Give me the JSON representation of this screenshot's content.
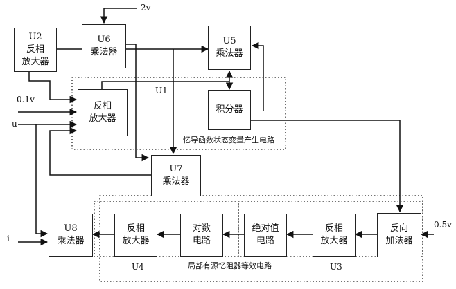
{
  "blocks": {
    "u2": {
      "name": "U2",
      "line1": "反相",
      "line2": "放大器"
    },
    "u6": {
      "name": "U6",
      "line1": "乘法器"
    },
    "u5": {
      "name": "U5",
      "line1": "乘法器"
    },
    "inv1": {
      "line1": "反相",
      "line2": "放大器"
    },
    "integrator": {
      "line1": "积分器"
    },
    "u7": {
      "name": "U7",
      "line1": "乘法器"
    },
    "u8": {
      "name": "U8",
      "line1": "乘法器"
    },
    "inv_u4": {
      "line1": "反相",
      "line2": "放大器"
    },
    "log_circuit": {
      "line1": "对数",
      "line2": "电路"
    },
    "abs_circuit": {
      "line1": "绝对值",
      "line2": "电路"
    },
    "inv_u3": {
      "line1": "反相",
      "line2": "放大器"
    },
    "rev_adder": {
      "line1": "反向",
      "line2": "加法器"
    }
  },
  "labels": {
    "v2": "2v",
    "v01": "0.1v",
    "u": "u",
    "i": "i",
    "v05": "0.5v",
    "u1": "U1",
    "u3": "U3",
    "u4": "U4",
    "state_circuit": "忆导函数状态变量产生电路",
    "memristor_circuit": "局部有源忆阻器等效电路"
  }
}
